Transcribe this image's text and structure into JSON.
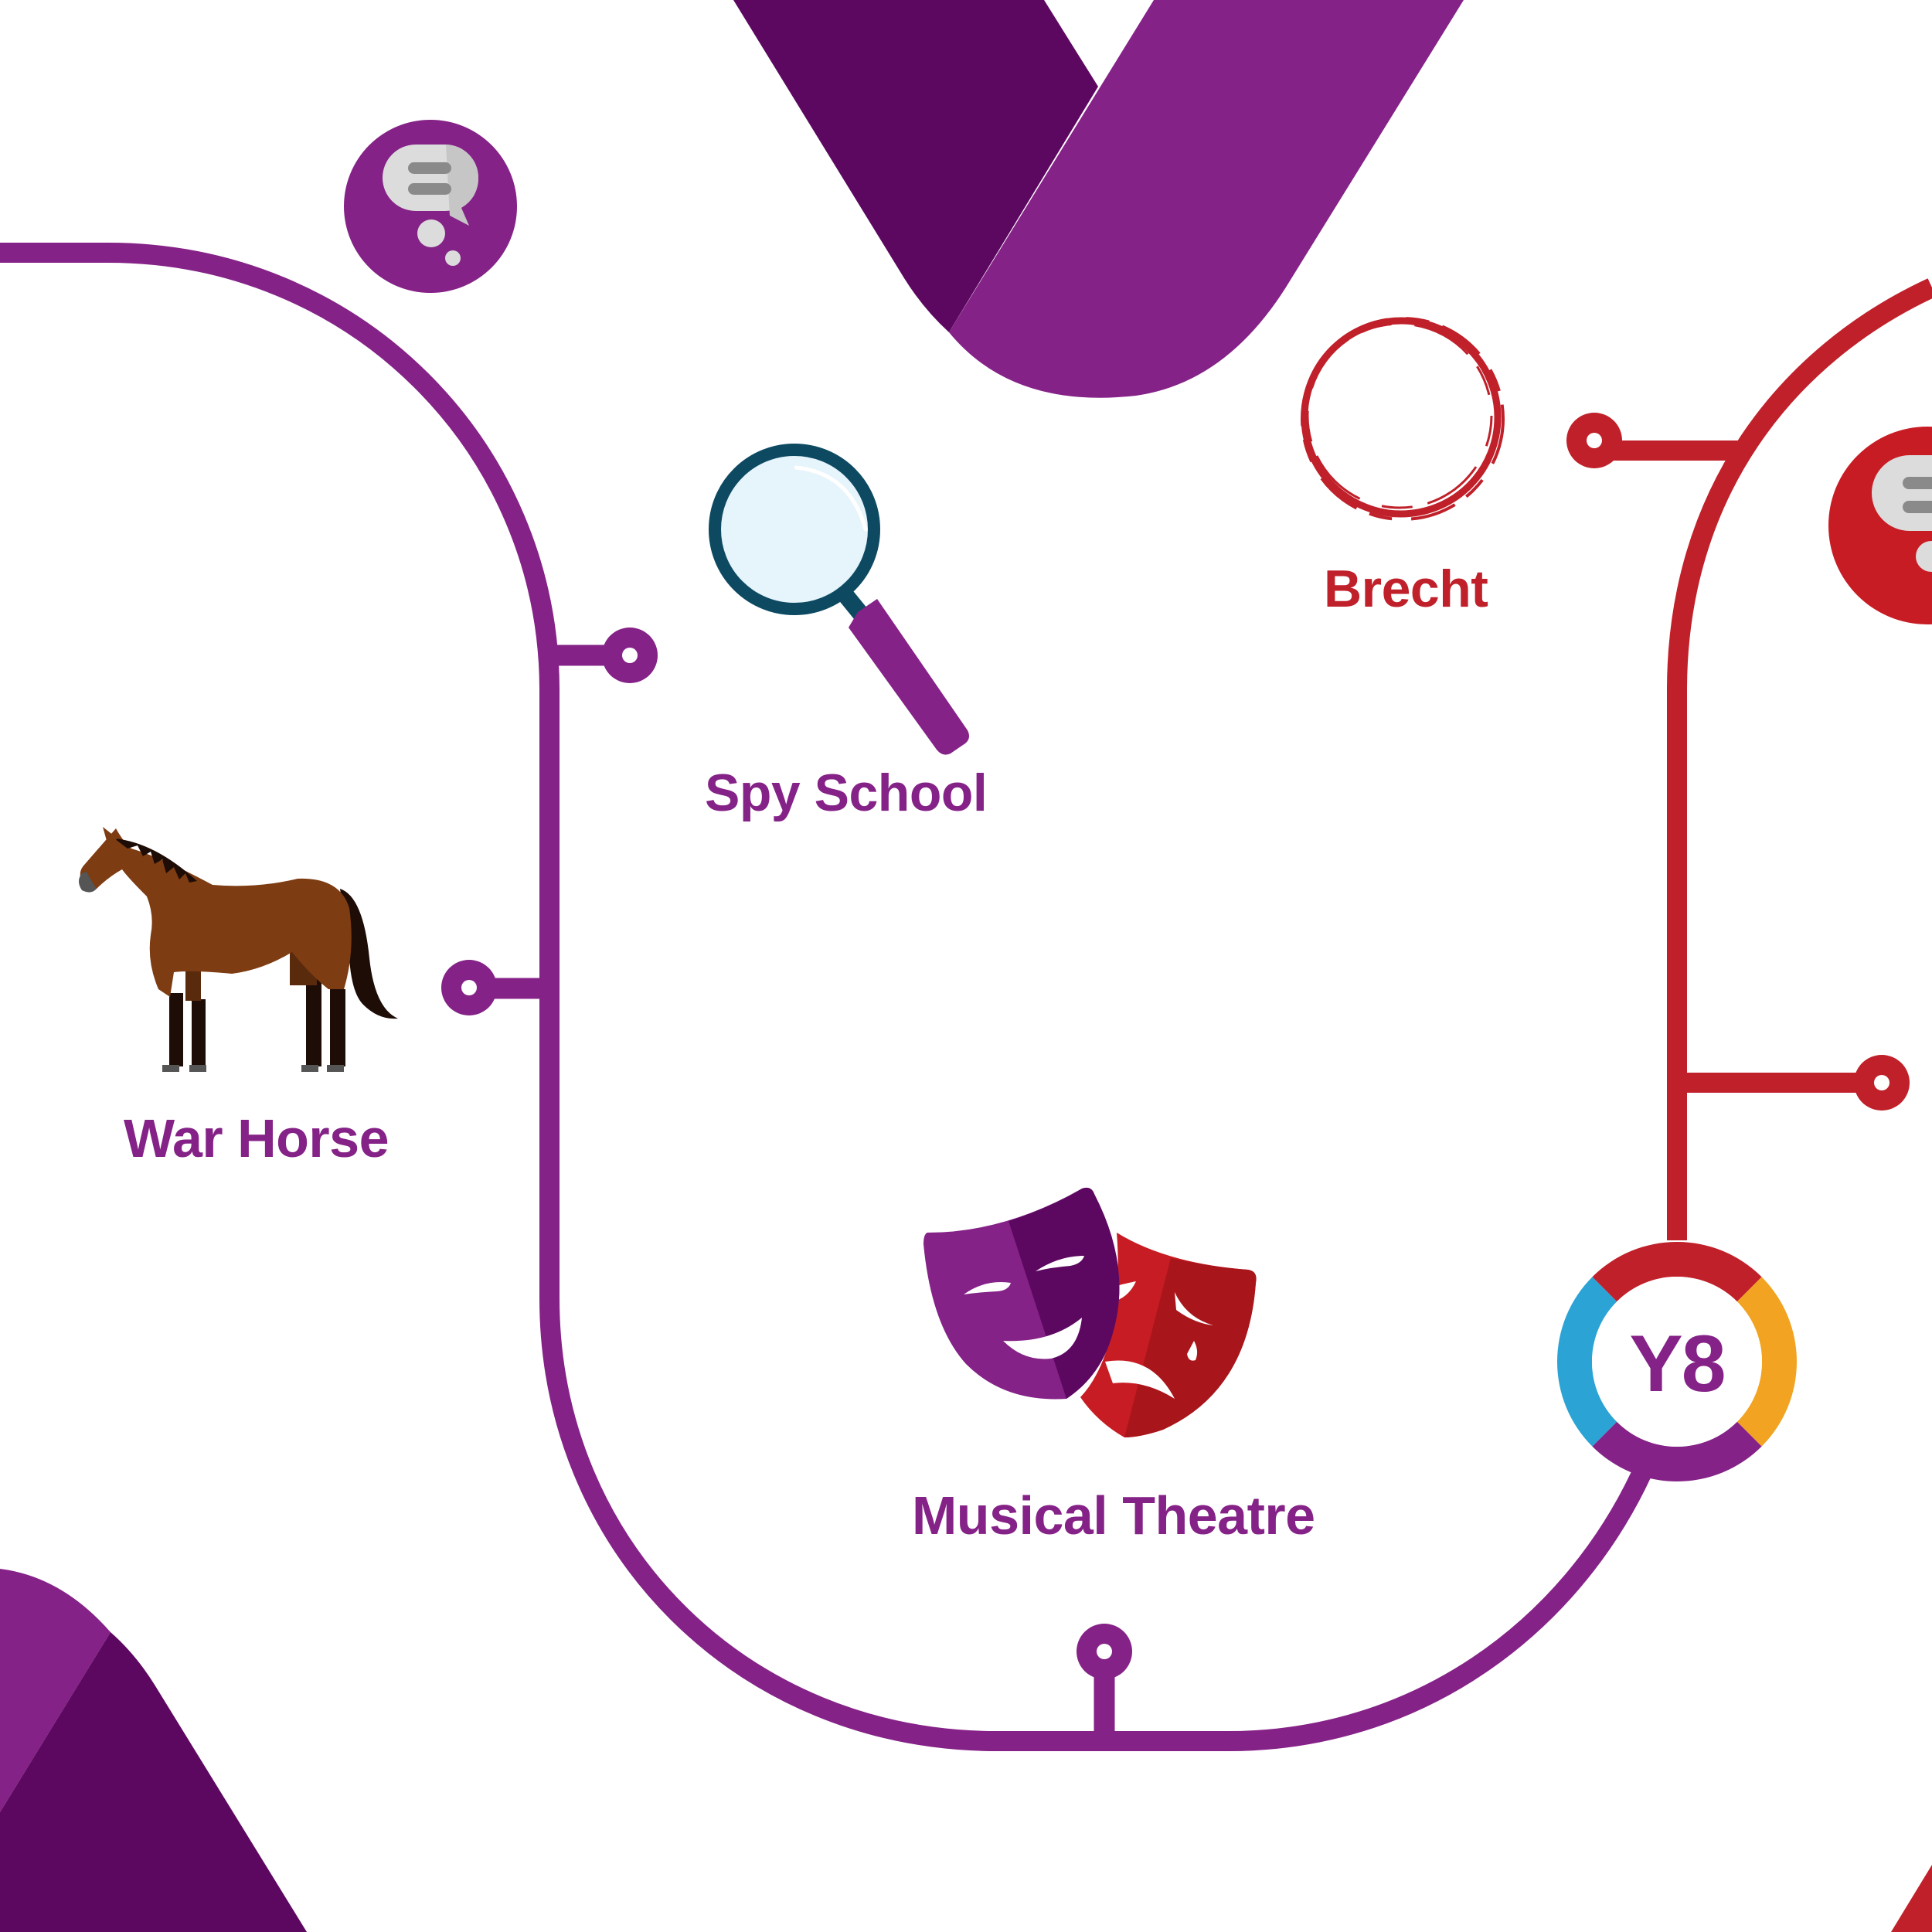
{
  "colors": {
    "purple": "#852287",
    "dark_purple": "#5c0860",
    "red": "#c0202a",
    "blue": "#2ba3d4",
    "orange": "#f1a321",
    "white": "#ffffff",
    "bubble_light": "#dcdcdc",
    "bubble_shade": "#c6c6c6",
    "bubble_lines": "#8a8a8a",
    "lens_frame": "#0d4a62",
    "lens_glass": "#e6f4fb",
    "horse_body": "#7d3c12",
    "horse_dark": "#1e0c06"
  },
  "route": {
    "badge": {
      "label": "Y8",
      "segments": [
        "red",
        "orange",
        "purple",
        "blue"
      ]
    },
    "stops": [
      {
        "id": "war-horse",
        "label": "War Horse",
        "icon": "horse-icon",
        "line": "purple"
      },
      {
        "id": "spy-school",
        "label": "Spy School",
        "icon": "magnifying-glass-icon",
        "line": "purple"
      },
      {
        "id": "brecht",
        "label": "Brecht",
        "icon": "brush-circle-icon",
        "line": "red"
      },
      {
        "id": "musical-theatre",
        "label": "Musical Theatre",
        "icon": "theatre-masks-icon",
        "line": "purple"
      }
    ],
    "decorations": [
      {
        "icon": "thought-bubble-icon",
        "color": "purple"
      },
      {
        "icon": "thought-bubble-icon",
        "color": "red"
      }
    ]
  }
}
